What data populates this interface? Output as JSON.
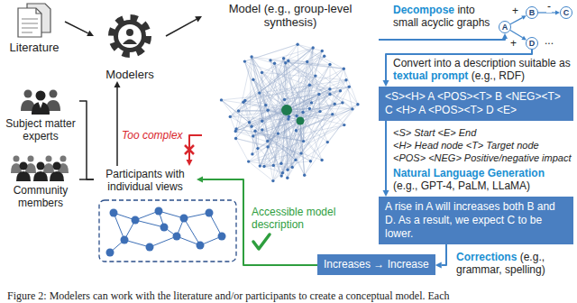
{
  "diagram": {
    "caption": "Figure 2: Modelers can work with the literature and/or participants to create a conceptual model. Each",
    "nodes": [
      {
        "text": [
          "Literature"
        ]
      },
      {
        "text": [
          "Modelers"
        ]
      },
      {
        "text": [
          "Model (e.g., group-level synthesis)"
        ]
      },
      {
        "text": [
          "Subject matter experts"
        ]
      },
      {
        "text": [
          "Community members"
        ]
      },
      {
        "text": [
          "Participants with individual views"
        ]
      },
      {
        "text": [
          "A"
        ]
      },
      {
        "text": [
          "B"
        ]
      },
      {
        "text": [
          "C"
        ]
      },
      {
        "text": [
          "D"
        ]
      },
      {
        "text": [
          "<S><H> A <POS><T> B <NEG><T> C <H> A <POS><T> D <E>"
        ]
      },
      {
        "text": [
          "A rise in A will increases both B and D. As a result, we expect C to be lower."
        ]
      },
      {
        "text": [
          "Increases → Increase"
        ]
      }
    ],
    "edges": [
      {
        "from": 0,
        "to": 1,
        "arrow": "to"
      },
      {
        "from": 1,
        "to": 2,
        "arrow": "to"
      },
      {
        "from": 3,
        "to": 5,
        "arrow": "none"
      },
      {
        "from": 4,
        "to": 5,
        "arrow": "none"
      },
      {
        "from": 5,
        "to": 1,
        "arrow": "to"
      },
      {
        "from": 2,
        "to": 5,
        "arrow": "to",
        "label": "Too complex"
      },
      {
        "from": 2,
        "to": 6,
        "arrow": "to"
      },
      {
        "from": 6,
        "to": 7,
        "arrow": "to",
        "label": "+"
      },
      {
        "from": 7,
        "to": 8,
        "arrow": "to",
        "label": "-"
      },
      {
        "from": 6,
        "to": 9,
        "arrow": "to",
        "label": "+"
      },
      {
        "from": 9,
        "to": 10,
        "arrow": "to"
      },
      {
        "from": 10,
        "to": 11,
        "arrow": "to"
      },
      {
        "from": 11,
        "to": 12,
        "arrow": "to"
      },
      {
        "from": 12,
        "to": 5,
        "arrow": "to",
        "label": "Accessible model description"
      }
    ],
    "labels": [
      "Decompose",
      "into small acyclic graphs",
      "Convert into a description suitable as",
      "textual prompt",
      "(e.g., RDF)",
      "<S> Start <E> End",
      "<H> Head node <T> Target node",
      "<POS> <NEG> Positive/negative impact",
      "Natural Language Generation",
      "(e.g., GPT-4, PaLM, LLaMA)",
      "Corrections",
      "(e.g., grammar, spelling)",
      "..."
    ]
  }
}
